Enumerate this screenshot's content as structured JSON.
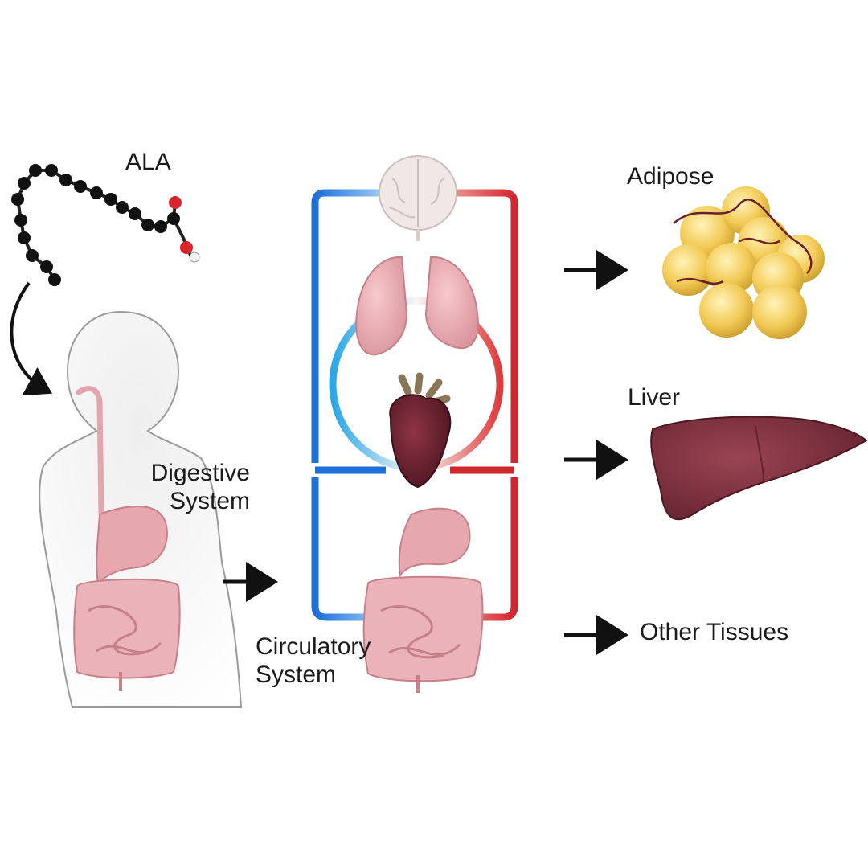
{
  "labels": {
    "molecule": "ALA",
    "digestive_line1": "Digestive",
    "digestive_line2": "System",
    "circulatory_line1": "Circulatory",
    "circulatory_line2": "System",
    "adipose": "Adipose",
    "liver": "Liver",
    "other_tissues": "Other Tissues"
  },
  "colors": {
    "venous_blue": "#1e6fd9",
    "arterial_red": "#d0262d",
    "organ_pink": "#e6a7ae",
    "heart": "#6b2330",
    "liver": "#7a2f3c",
    "fat": "#f3cf5a",
    "body_grey": "#e4e4e4",
    "atom_black": "#111111",
    "atom_oxygen": "#d8252b"
  },
  "icons": [
    "ala-molecule-icon",
    "human-body-icon",
    "brain-icon",
    "lungs-icon",
    "heart-icon",
    "stomach-icon",
    "intestine-icon",
    "adipose-cells-icon",
    "liver-icon"
  ]
}
